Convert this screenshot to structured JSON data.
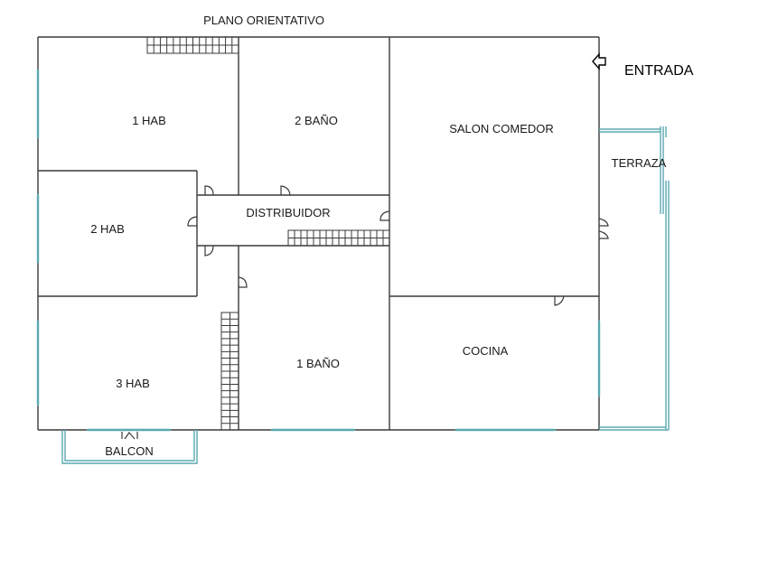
{
  "title": "PLANO ORIENTATIVO",
  "entrance_label": "ENTRADA",
  "colors": {
    "wall": "#3a3a3a",
    "window": "#5aa9b0",
    "text": "#1a1a1a",
    "background": "#ffffff"
  },
  "rooms": [
    {
      "id": "hab1",
      "label": "1 HAB"
    },
    {
      "id": "bano2",
      "label": "2 BAÑO"
    },
    {
      "id": "salon",
      "label": "SALON COMEDOR"
    },
    {
      "id": "terraza",
      "label": "TERRAZA"
    },
    {
      "id": "hab2",
      "label": "2 HAB"
    },
    {
      "id": "distribuidor",
      "label": "DISTRIBUIDOR"
    },
    {
      "id": "hab3",
      "label": "3 HAB"
    },
    {
      "id": "bano1",
      "label": "1 BAÑO"
    },
    {
      "id": "cocina",
      "label": "COCINA"
    },
    {
      "id": "balcon",
      "label": "BALCON"
    }
  ],
  "icons": {
    "entrance": "entrance-arrow-icon"
  }
}
